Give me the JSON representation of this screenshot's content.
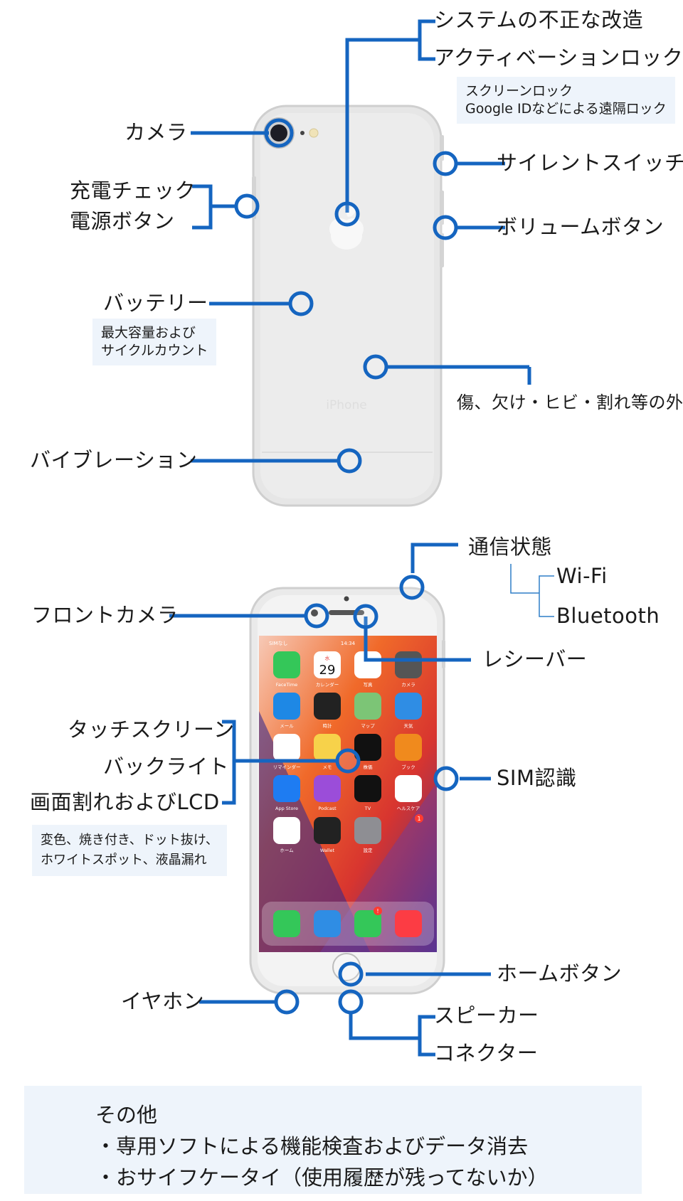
{
  "rear": {
    "system_mod": "システムの不正な改造",
    "activation_lock": "アクティベーションロック",
    "activation_note": [
      "スクリーンロック",
      "Google IDなどによる遠隔ロック"
    ],
    "camera": "カメラ",
    "silent_switch": "サイレントスイッチ",
    "charge_check": "充電チェック",
    "power_button": "電源ボタン",
    "volume_button": "ボリュームボタン",
    "battery": "バッテリー",
    "battery_note": [
      "最大容量および",
      "サイクルカウント"
    ],
    "exterior": "傷、欠け・ヒビ・割れ等の外観",
    "vibration": "バイブレーション",
    "engraving": "iPhone"
  },
  "front": {
    "network": "通信状態",
    "wifi": "Wi-Fi",
    "bluetooth": "Bluetooth",
    "front_camera": "フロントカメラ",
    "receiver": "レシーバー",
    "touch_screen": "タッチスクリーン",
    "backlight": "バックライト",
    "lcd": "画面割れおよびLCD",
    "lcd_note": [
      "変色、焼き付き、ドット抜け、",
      "ホワイトスポット、液晶漏れ"
    ],
    "sim": "SIM認識",
    "home_button": "ホームボタン",
    "earphone": "イヤホン",
    "speaker": "スピーカー",
    "connector": "コネクター"
  },
  "phone_screen": {
    "carrier": "SIMなし",
    "time": "14:34",
    "calendar_weekday": "水",
    "calendar_day": "29",
    "apps": [
      "FaceTime",
      "カレンダー",
      "写真",
      "カメラ",
      "メール",
      "時計",
      "マップ",
      "天気",
      "リマインダー",
      "メモ",
      "株価",
      "ブック",
      "App Store",
      "Podcast",
      "TV",
      "ヘルスケア",
      "ホーム",
      "Wallet",
      "設定"
    ],
    "settings_badge": "1",
    "messages_badge": "!"
  },
  "other": {
    "title": "その他",
    "items": [
      "・専用ソフトによる機能検査およびデータ消去",
      "・おサイフケータイ（使用履歴が残ってないか）"
    ]
  },
  "colors": {
    "callout": "#1565c0",
    "note_bg": "#eef4fb",
    "phone_body": "#e9e9e9"
  }
}
